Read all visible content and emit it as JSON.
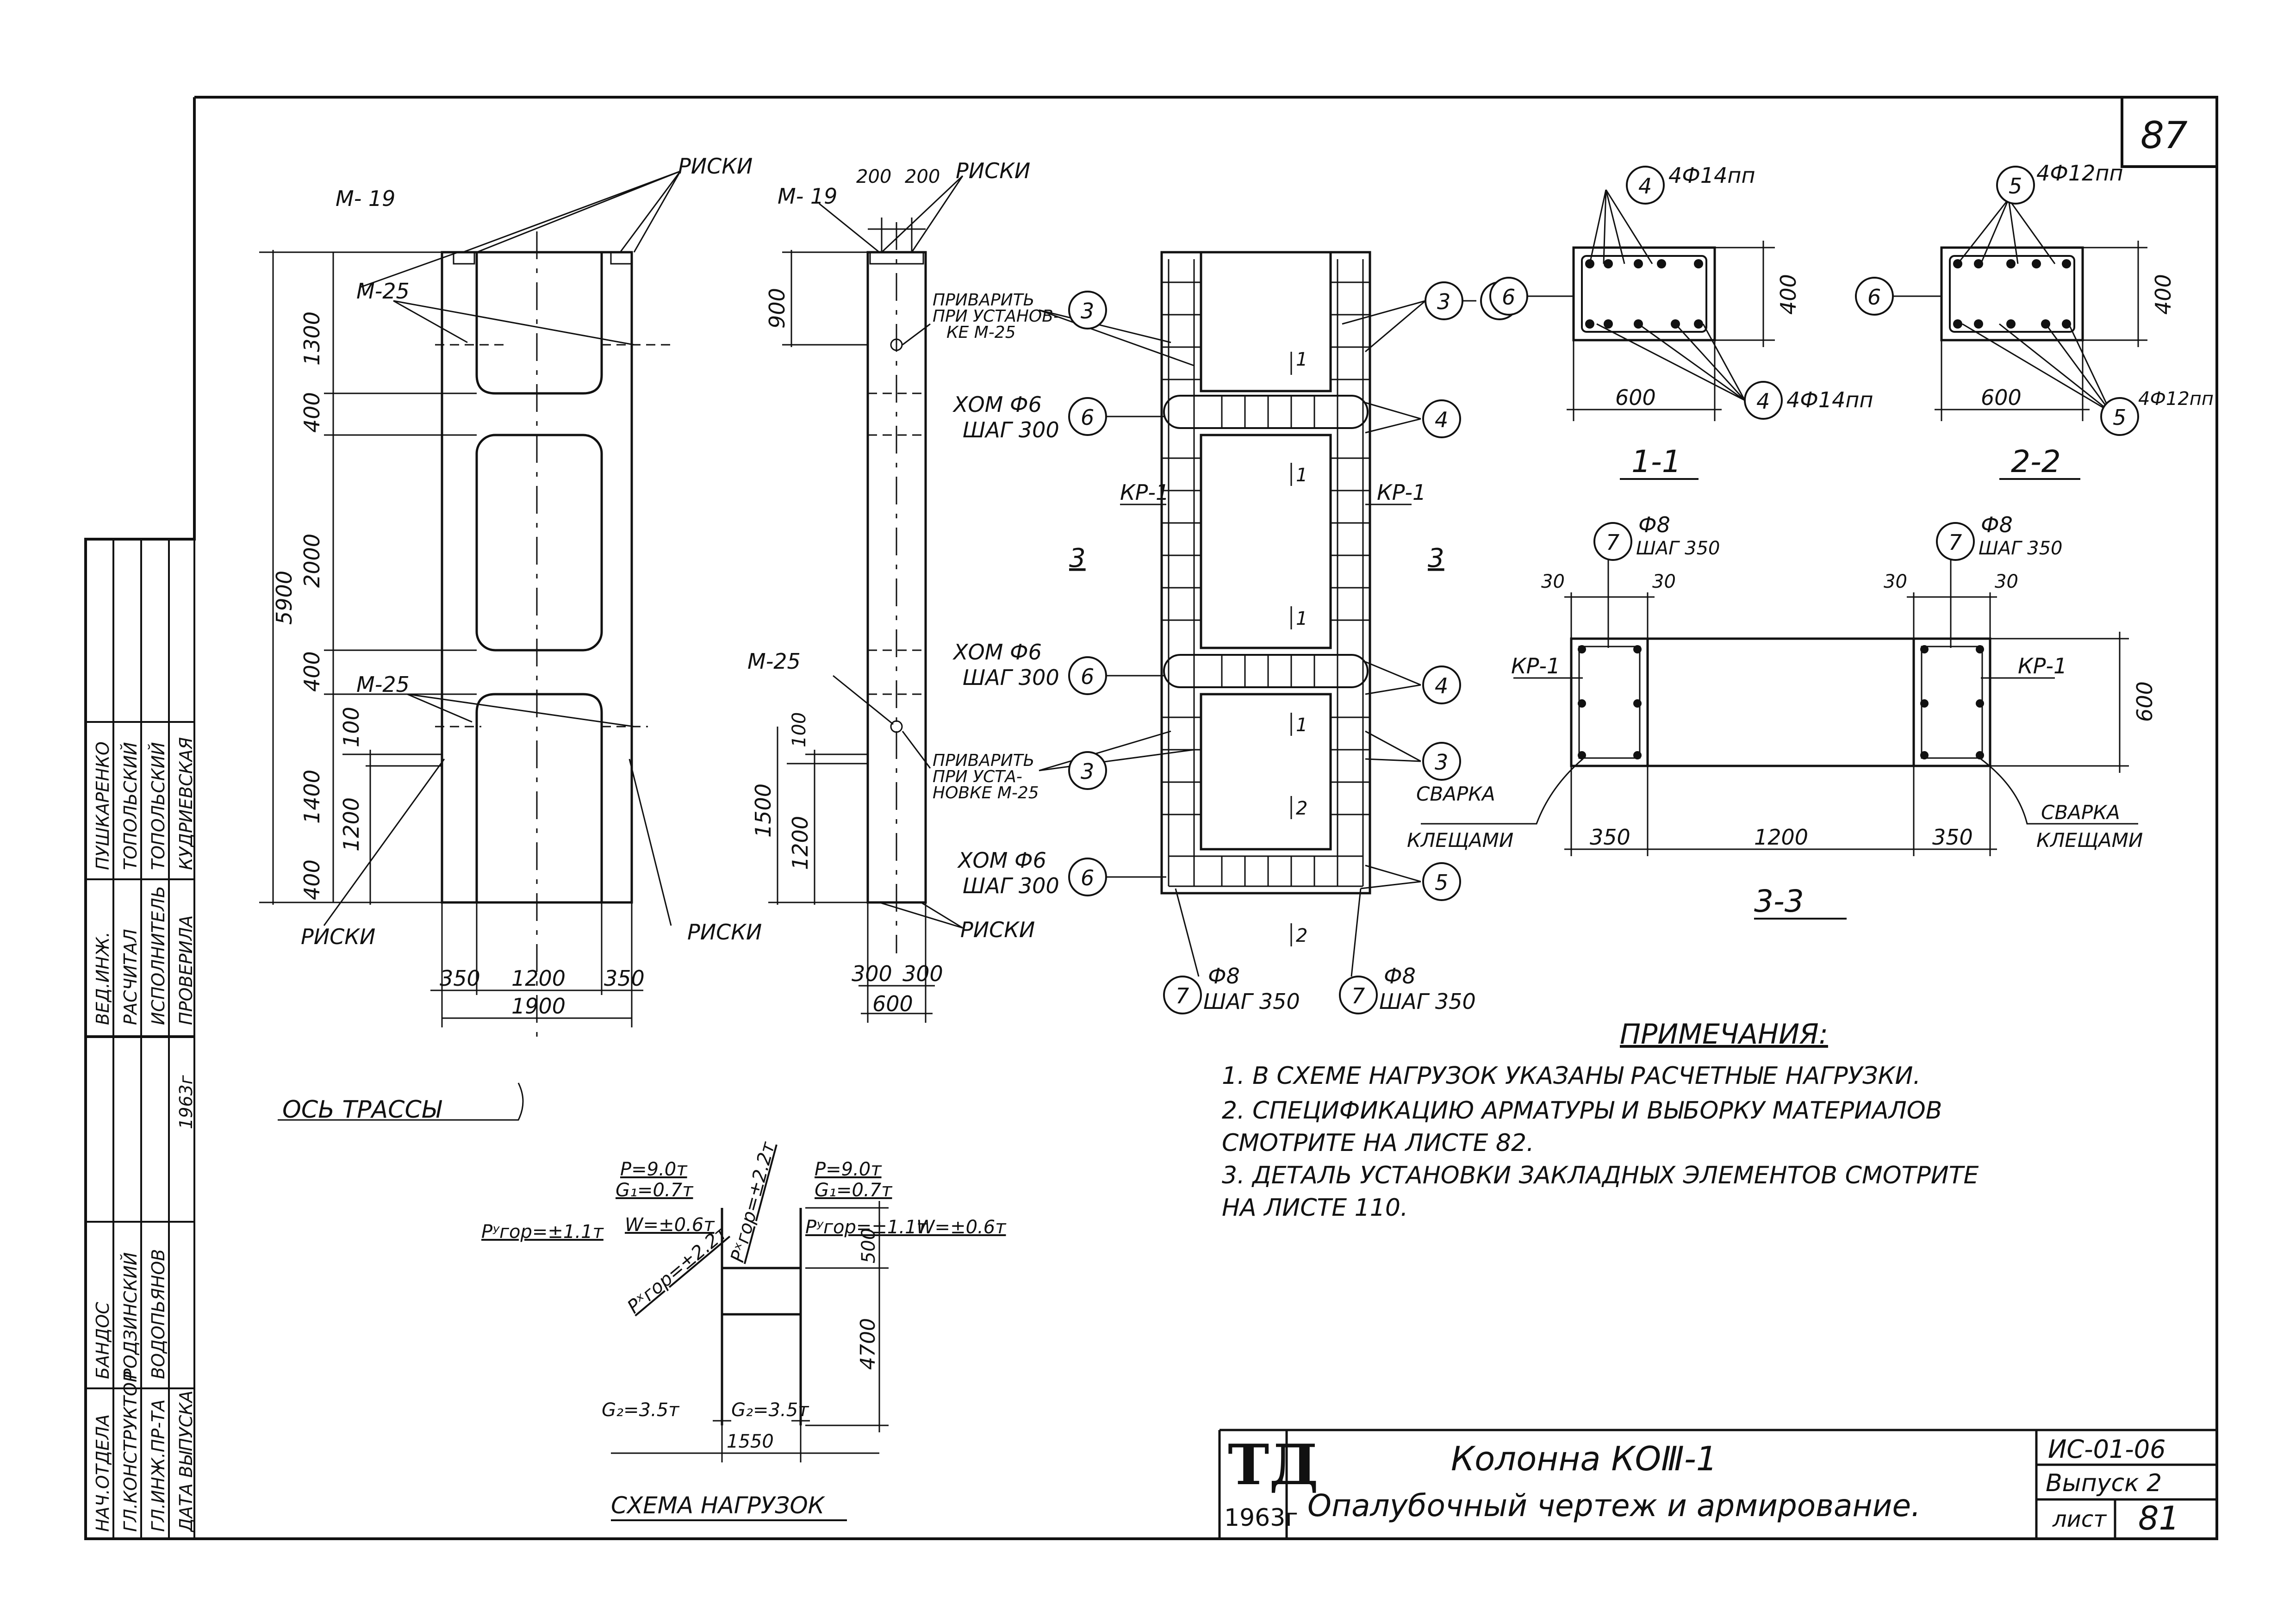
{
  "sheet_corner_number": "87",
  "elev1": {
    "mark_top": "М- 19",
    "risks_top": "РИСКИ",
    "m25_a": "М-25",
    "m25_b": "М-25",
    "risks_bottom_left": "РИСКИ",
    "risks_bottom_right": "РИСКИ",
    "dim_total_h": "5900",
    "dim_1300": "1300",
    "dim_400_a": "400",
    "dim_2000": "2000",
    "dim_400_b": "400",
    "dim_1400": "1400",
    "dim_400_c": "400",
    "dim_100": "100",
    "dim_1200_v": "1200",
    "dim_350_a": "350",
    "dim_1200_h": "1200",
    "dim_350_b": "350",
    "dim_1900": "1900",
    "axis_label": "ОСЬ ТРАССЫ"
  },
  "elev2": {
    "mark_top": "М- 19",
    "dim_200_a": "200",
    "dim_200_b": "200",
    "risks_top": "РИСКИ",
    "dim_900": "900",
    "weld_note_top": [
      "ПРИВАРИТЬ",
      "ПРИ УСТАНОВ-",
      "КЕ М-25"
    ],
    "m25": "М-25",
    "dim_100": "100",
    "dim_1500": "1500",
    "dim_1200": "1200",
    "weld_note_bottom": [
      "ПРИВАРИТЬ",
      "ПРИ УСТА-",
      "НОВКЕ М-25"
    ],
    "risks_bottom": "РИСКИ",
    "dim_300_a": "300",
    "dim_300_b": "300",
    "dim_600": "600"
  },
  "rebar": {
    "clamp_label": [
      "ХОМ Ф6",
      "ШАГ 300"
    ],
    "kp1": "КР-1",
    "sec_label": "3",
    "cut_1": "1",
    "cut_2": "2",
    "bottom_label": [
      "Ф8",
      "ШАГ 350"
    ],
    "pos": [
      "3",
      "4",
      "5",
      "6",
      "7"
    ]
  },
  "section_1_1": {
    "title": "1-1",
    "top_bars": "4Ф14пп",
    "bottom_bars": "4Ф14пп",
    "dim_h": "400",
    "dim_w": "600"
  },
  "section_2_2": {
    "title": "2-2",
    "top_bars": "4Ф12пп",
    "bottom_bars": "4Ф12пп",
    "dim_h": "400",
    "dim_w": "600"
  },
  "section_3_3": {
    "title": "3-3",
    "stirrup": [
      "Ф8",
      "ШАГ 350"
    ],
    "dim_30": "30",
    "kp1": "КР-1",
    "dim_600": "600",
    "dim_350": "350",
    "dim_1200": "1200",
    "weld": [
      "СВАРКА",
      "КЛЕЩАМИ"
    ]
  },
  "load_scheme": {
    "title": "СХЕМА НАГРУЗОК",
    "p_left": "Р=9.0т",
    "g1_left": "G₁=0.7т",
    "w_left": "W=±0.6т",
    "pgor_left": "Рʸгор=±1.1т",
    "pgor_diag": "Рˣгор=±2.2т",
    "p_right": "Р=9.0т",
    "g1_right": "G₁=0.7т",
    "pgor_right": "Рʸгор=±1.1т",
    "w_right": "W=±0.6т",
    "pgor_diag_right": "Рˣгор=±2.2т",
    "dim_500": "500",
    "dim_4700": "4700",
    "g2_left": "G₂=3.5т",
    "g2_right": "G₂=3.5т",
    "dim_1550": "1550"
  },
  "notes": {
    "heading": "ПРИМЕЧАНИЯ:",
    "items": [
      "1. В СХЕМЕ НАГРУЗОК УКАЗАНЫ РАСЧЕТНЫЕ НАГРУЗКИ.",
      "2. СПЕЦИФИКАЦИЮ АРМАТУРЫ И ВЫБОРКУ МАТЕРИАЛОВ",
      "    СМОТРИТЕ НА ЛИСТЕ 82.",
      "3. ДЕТАЛЬ УСТАНОВКИ ЗАКЛАДНЫХ ЭЛЕМЕНТОВ СМОТРИТЕ",
      "    НА ЛИСТЕ 110."
    ]
  },
  "title_block": {
    "logo": "ТД",
    "year": "1963г",
    "title_line1": "Колонна КОⅢ-1",
    "title_line2": "Опалубочный чертеж и армирование.",
    "code": "ИС-01-06",
    "issue": "Выпуск 2",
    "sheet_label": "лист",
    "sheet_no": "81"
  },
  "stamp": {
    "col1": [
      "НАЧ.ОТДЕЛА",
      "ГЛ.КОНСТРУКТОР",
      "ГЛ.ИНЖ.ПР-ТА",
      "ДАТА ВЫПУСКА"
    ],
    "col2": [
      "БАНДОС",
      "РОДЗИНСКИЙ",
      "ВОДОПЬЯНОВ",
      ""
    ],
    "col3": [
      "ВЕД.ИНЖ.",
      "РАСЧИТАЛ",
      "ИСПОЛНИТЕЛЬ",
      "ПРОВЕРИЛА"
    ],
    "col4": [
      "ПУШКАРЕНКО",
      "ТОПОЛЬСКИЙ",
      "ТОПОЛЬСКИЙ",
      "КУДРИЕВСКАЯ"
    ],
    "year": "1963г"
  }
}
